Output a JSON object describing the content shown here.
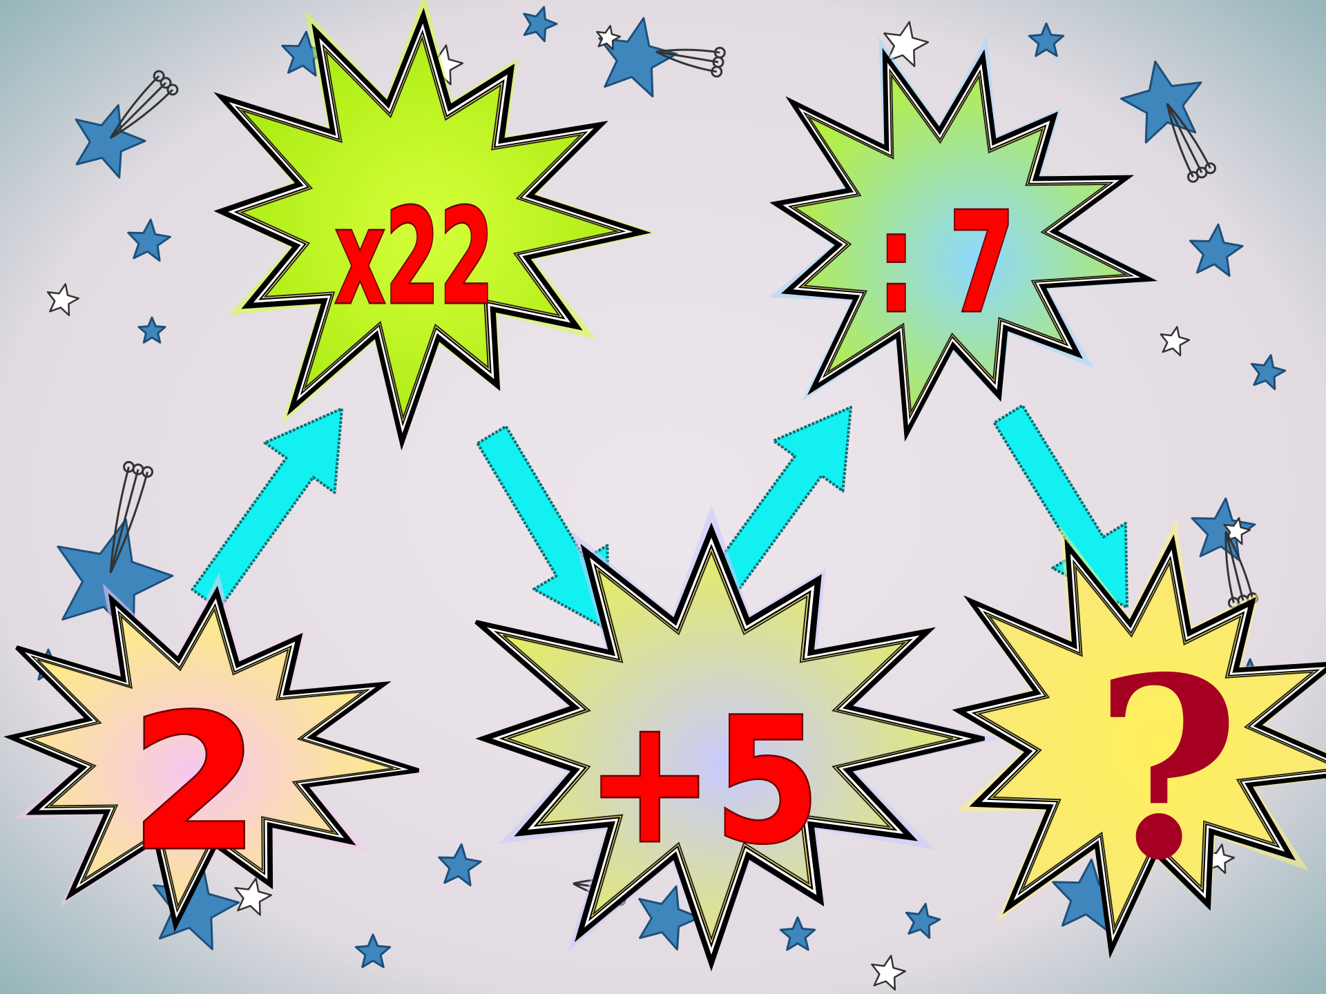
{
  "puzzle": {
    "start_value": "2",
    "op_multiply": "x22",
    "op_add": "+5",
    "op_divide": ": 7",
    "answer": "?"
  },
  "colors": {
    "background": "#e7dfe6",
    "vignette": "#8fb3b7",
    "burst_green": "#b8f51a",
    "burst_green_blue": "#8fe0c8",
    "burst_yellow": "#fbe96a",
    "burst_pink": "#f8c9df",
    "arrow_fill": "#12f0f2",
    "text_red": "#ff0000",
    "question_mark": "#a50022",
    "star_blue": "#3f86bd"
  },
  "icons": [
    "star-icon",
    "shooting-star-icon",
    "arrow-icon",
    "burst-icon"
  ]
}
